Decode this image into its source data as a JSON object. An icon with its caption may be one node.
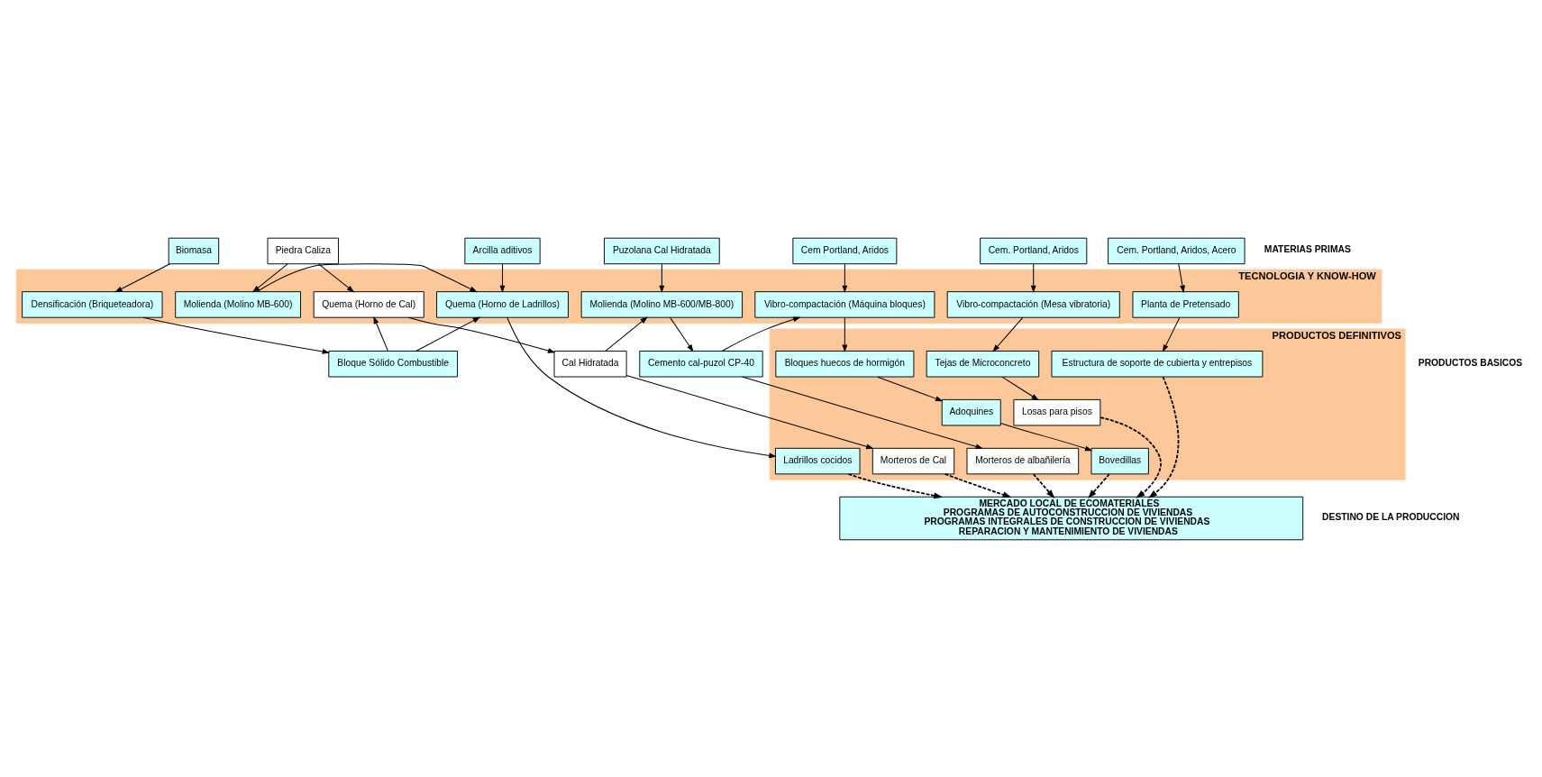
{
  "diagram": {
    "nodes": [
      {
        "text": [
          "Biomasa"
        ]
      },
      {
        "text": [
          "Piedra Caliza"
        ]
      },
      {
        "text": [
          "Arcilla aditivos"
        ]
      },
      {
        "text": [
          "Puzolana Cal Hidratada"
        ]
      },
      {
        "text": [
          "Cem Portland, Aridos"
        ]
      },
      {
        "text": [
          "Cem. Portland, Aridos"
        ]
      },
      {
        "text": [
          "Cem. Portland, Aridos, Acero"
        ]
      },
      {
        "text": [
          "TECNOLOGIA Y KNOW-HOW"
        ]
      },
      {
        "text": [
          "Densificación (Briqueteadora)"
        ],
        "in": 7
      },
      {
        "text": [
          "Quema (Horno de Cal)"
        ],
        "in": 7
      },
      {
        "text": [
          "Molienda (Molino MB-600)"
        ],
        "in": 7
      },
      {
        "text": [
          "Quema (Horno de Ladrillos)"
        ],
        "in": 7
      },
      {
        "text": [
          "Molienda (Molino MB-600/MB-800)"
        ],
        "in": 7
      },
      {
        "text": [
          "Vibro-compactación (Máquina bloques)"
        ],
        "in": 7
      },
      {
        "text": [
          "Vibro-compactación (Mesa vibratoria)"
        ],
        "in": 7
      },
      {
        "text": [
          "Planta de Pretensado"
        ],
        "in": 7
      },
      {
        "text": [
          "Bloque Sólido Combustible"
        ]
      },
      {
        "text": [
          "Cal Hidratada"
        ]
      },
      {
        "text": [
          "Cemento cal-puzol CP-40"
        ]
      },
      {
        "text": [
          "PRODUCTOS DEFINITIVOS"
        ]
      },
      {
        "text": [
          "Bloques huecos de hormigón"
        ],
        "in": 19
      },
      {
        "text": [
          "Tejas de Microconcreto"
        ],
        "in": 19
      },
      {
        "text": [
          "Estructura de soporte de cubierta y entrepisos"
        ],
        "in": 19
      },
      {
        "text": [
          "Adoquines"
        ],
        "in": 19
      },
      {
        "text": [
          "Losas para pisos"
        ],
        "in": 19
      },
      {
        "text": [
          "Morteros de Cal"
        ],
        "in": 19
      },
      {
        "text": [
          "Ladrillos cocidos"
        ],
        "in": 19
      },
      {
        "text": [
          "Morteros de albañilería"
        ],
        "in": 19
      },
      {
        "text": [
          "Bovedillas"
        ],
        "in": 19
      },
      {
        "text": [
          "MERCADO LOCAL DE ECOMATERIALES",
          "PROGRAMAS DE AUTOCONSTRUCCION DE VIVIENDAS",
          "PROGRAMAS INTEGRALES DE CONSTRUCCION DE VIVIENDAS",
          "REPARACION Y MANTENIMIENTO DE VIVIENDAS"
        ]
      }
    ],
    "edges": [
      {
        "from": 0,
        "to": 8,
        "arrow": "to"
      },
      {
        "from": 8,
        "to": 16,
        "arrow": "to"
      },
      {
        "from": 1,
        "to": 9,
        "arrow": "to"
      },
      {
        "from": 1,
        "to": 10,
        "arrow": "to"
      },
      {
        "from": 2,
        "to": 11,
        "arrow": "to"
      },
      {
        "from": 3,
        "to": 12,
        "arrow": "to"
      },
      {
        "from": 4,
        "to": 13,
        "arrow": "to"
      },
      {
        "from": 5,
        "to": 14,
        "arrow": "to"
      },
      {
        "from": 6,
        "to": 15,
        "arrow": "to"
      },
      {
        "from": 16,
        "to": 9,
        "arrow": "to"
      },
      {
        "from": 16,
        "to": 11,
        "arrow": "to"
      },
      {
        "from": 10,
        "to": 11,
        "arrow": "to"
      },
      {
        "from": 17,
        "to": 12,
        "arrow": "to"
      },
      {
        "from": 9,
        "to": 17,
        "arrow": "to"
      },
      {
        "from": 12,
        "to": 18,
        "arrow": "to"
      },
      {
        "from": 18,
        "to": 13,
        "arrow": "to"
      },
      {
        "from": 13,
        "to": 20,
        "arrow": "to"
      },
      {
        "from": 20,
        "to": 23,
        "arrow": "to"
      },
      {
        "from": 23,
        "to": 28,
        "arrow": "to"
      },
      {
        "from": 14,
        "to": 21,
        "arrow": "to"
      },
      {
        "from": 21,
        "to": 24,
        "arrow": "to"
      },
      {
        "from": 15,
        "to": 22,
        "arrow": "to"
      },
      {
        "from": 17,
        "to": 25,
        "arrow": "to"
      },
      {
        "from": 11,
        "to": 26,
        "arrow": "to"
      },
      {
        "from": 18,
        "to": 27,
        "arrow": "to"
      },
      {
        "from": 25,
        "to": 29,
        "arrow": "to",
        "style": "dashed"
      },
      {
        "from": 26,
        "to": 29,
        "arrow": "to",
        "style": "dashed"
      },
      {
        "from": 27,
        "to": 29,
        "arrow": "to",
        "style": "dashed"
      },
      {
        "from": 28,
        "to": 29,
        "arrow": "to",
        "style": "dashed"
      },
      {
        "from": 24,
        "to": 29,
        "arrow": "to",
        "style": "dashed"
      },
      {
        "from": 22,
        "to": 29,
        "arrow": "to",
        "style": "dashed"
      }
    ],
    "labels": [
      "MATERIAS PRIMAS",
      "PRODUCTOS BASICOS",
      "DESTINO DE LA PRODUCCION"
    ]
  }
}
